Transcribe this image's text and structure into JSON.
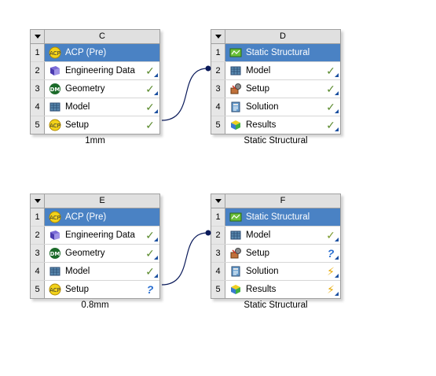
{
  "systems": [
    {
      "letter": "C",
      "caption": "1mm",
      "rows": [
        {
          "n": "1",
          "label": "ACP (Pre)",
          "icon": "acp-icon",
          "status": ""
        },
        {
          "n": "2",
          "label": "Engineering Data",
          "icon": "engineering-data-icon",
          "status": "✓"
        },
        {
          "n": "3",
          "label": "Geometry",
          "icon": "geometry-icon",
          "status": "✓"
        },
        {
          "n": "4",
          "label": "Model",
          "icon": "model-icon",
          "status": "✓"
        },
        {
          "n": "5",
          "label": "Setup",
          "icon": "acp-setup-icon",
          "status": "✓"
        }
      ]
    },
    {
      "letter": "D",
      "caption": "Static Structural",
      "rows": [
        {
          "n": "1",
          "label": "Static Structural",
          "icon": "static-structural-icon",
          "status": ""
        },
        {
          "n": "2",
          "label": "Model",
          "icon": "model-icon",
          "status": "✓"
        },
        {
          "n": "3",
          "label": "Setup",
          "icon": "setup-icon",
          "status": "✓"
        },
        {
          "n": "4",
          "label": "Solution",
          "icon": "solution-icon",
          "status": "✓"
        },
        {
          "n": "5",
          "label": "Results",
          "icon": "results-icon",
          "status": "✓"
        }
      ]
    },
    {
      "letter": "E",
      "caption": "0.8mm",
      "rows": [
        {
          "n": "1",
          "label": "ACP (Pre)",
          "icon": "acp-icon",
          "status": ""
        },
        {
          "n": "2",
          "label": "Engineering Data",
          "icon": "engineering-data-icon",
          "status": "✓"
        },
        {
          "n": "3",
          "label": "Geometry",
          "icon": "geometry-icon",
          "status": "✓"
        },
        {
          "n": "4",
          "label": "Model",
          "icon": "model-icon",
          "status": "✓"
        },
        {
          "n": "5",
          "label": "Setup",
          "icon": "acp-setup-icon",
          "status": "?"
        }
      ]
    },
    {
      "letter": "F",
      "caption": "Static Structural",
      "rows": [
        {
          "n": "1",
          "label": "Static Structural",
          "icon": "static-structural-icon",
          "status": ""
        },
        {
          "n": "2",
          "label": "Model",
          "icon": "model-icon",
          "status": "✓"
        },
        {
          "n": "3",
          "label": "Setup",
          "icon": "setup-icon",
          "status": "?"
        },
        {
          "n": "4",
          "label": "Solution",
          "icon": "solution-icon",
          "status": "⚡"
        },
        {
          "n": "5",
          "label": "Results",
          "icon": "results-icon",
          "status": "⚡"
        }
      ]
    }
  ],
  "colors": {
    "title_row": "#4a82c4",
    "check": "#5a8a2c",
    "question": "#2a6fd0",
    "bolt": "#e6a800",
    "connector": "#0a1a5a"
  }
}
